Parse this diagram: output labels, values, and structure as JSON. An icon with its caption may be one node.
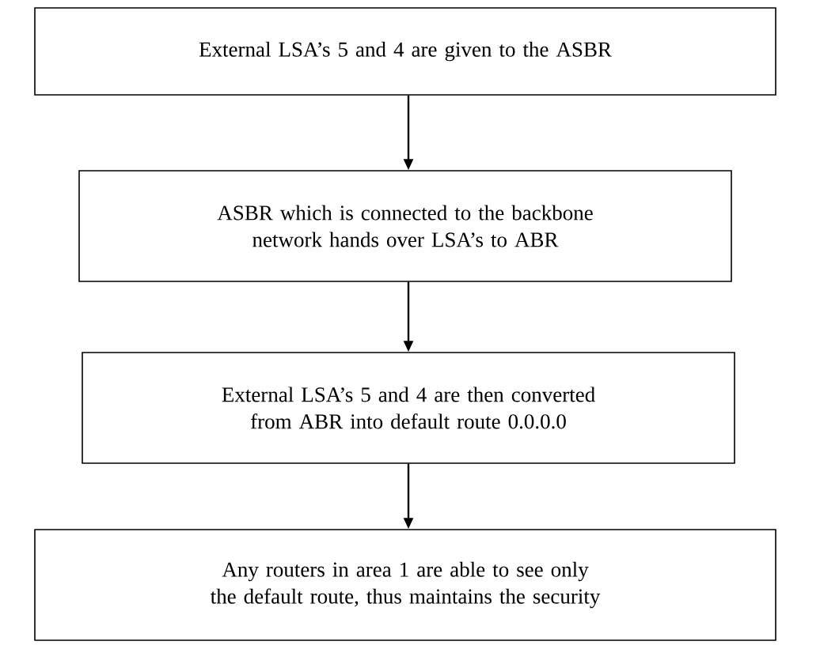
{
  "diagram": {
    "nodes": [
      {
        "text": [
          "External LSA’s 5 and 4 are given to the ASBR"
        ]
      },
      {
        "text": [
          "ASBR which is connected to the backbone network hands over LSA’s to ABR"
        ]
      },
      {
        "text": [
          "External LSA’s 5 and 4 are then converted from ABR into default route 0.0.0.0"
        ]
      },
      {
        "text": [
          "Any routers in area 1 are able to see only the default route, thus maintains the security"
        ]
      }
    ],
    "edges": [
      {
        "from": 0,
        "to": 1,
        "arrow": "to"
      },
      {
        "from": 1,
        "to": 2,
        "arrow": "to"
      },
      {
        "from": 2,
        "to": 3,
        "arrow": "to"
      }
    ]
  }
}
